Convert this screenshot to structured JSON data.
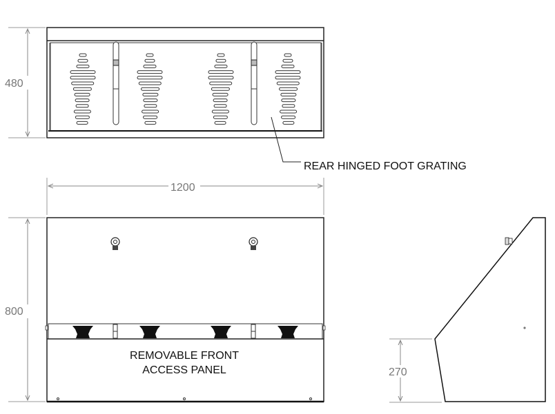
{
  "dimensions": {
    "plan_depth": "480",
    "width": "1200",
    "height": "800",
    "side_step_height": "270"
  },
  "labels": {
    "rear_grating": "REAR HINGED FOOT GRATING",
    "front_panel_line1": "REMOVABLE FRONT",
    "front_panel_line2": "ACCESS PANEL"
  }
}
